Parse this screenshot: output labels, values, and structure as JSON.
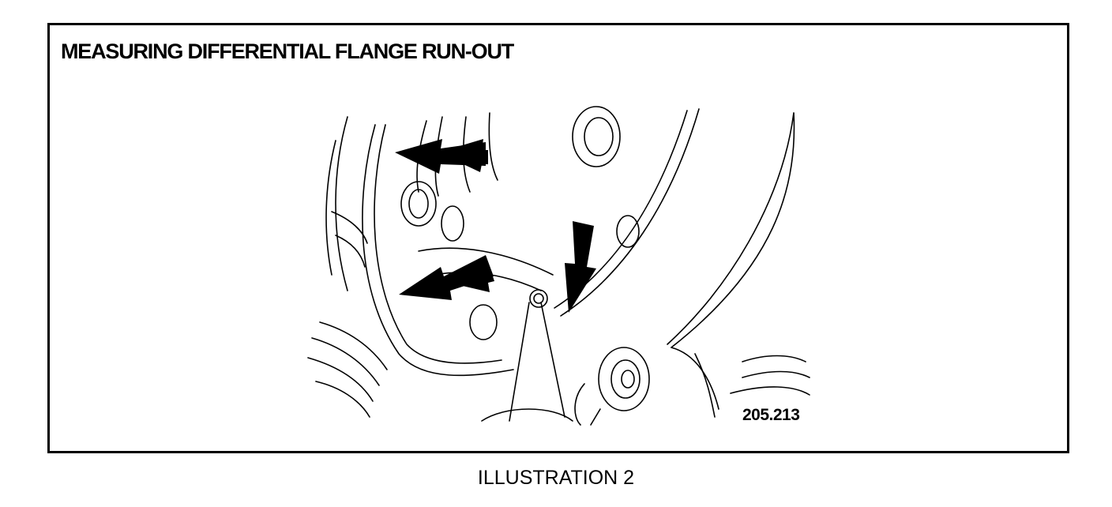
{
  "illustration": {
    "title": "MEASURING DIFFERENTIAL FLANGE RUN-OUT",
    "figure_number": "205.213",
    "caption": "ILLUSTRATION 2"
  },
  "colors": {
    "ink": "#000000",
    "paper": "#ffffff"
  }
}
